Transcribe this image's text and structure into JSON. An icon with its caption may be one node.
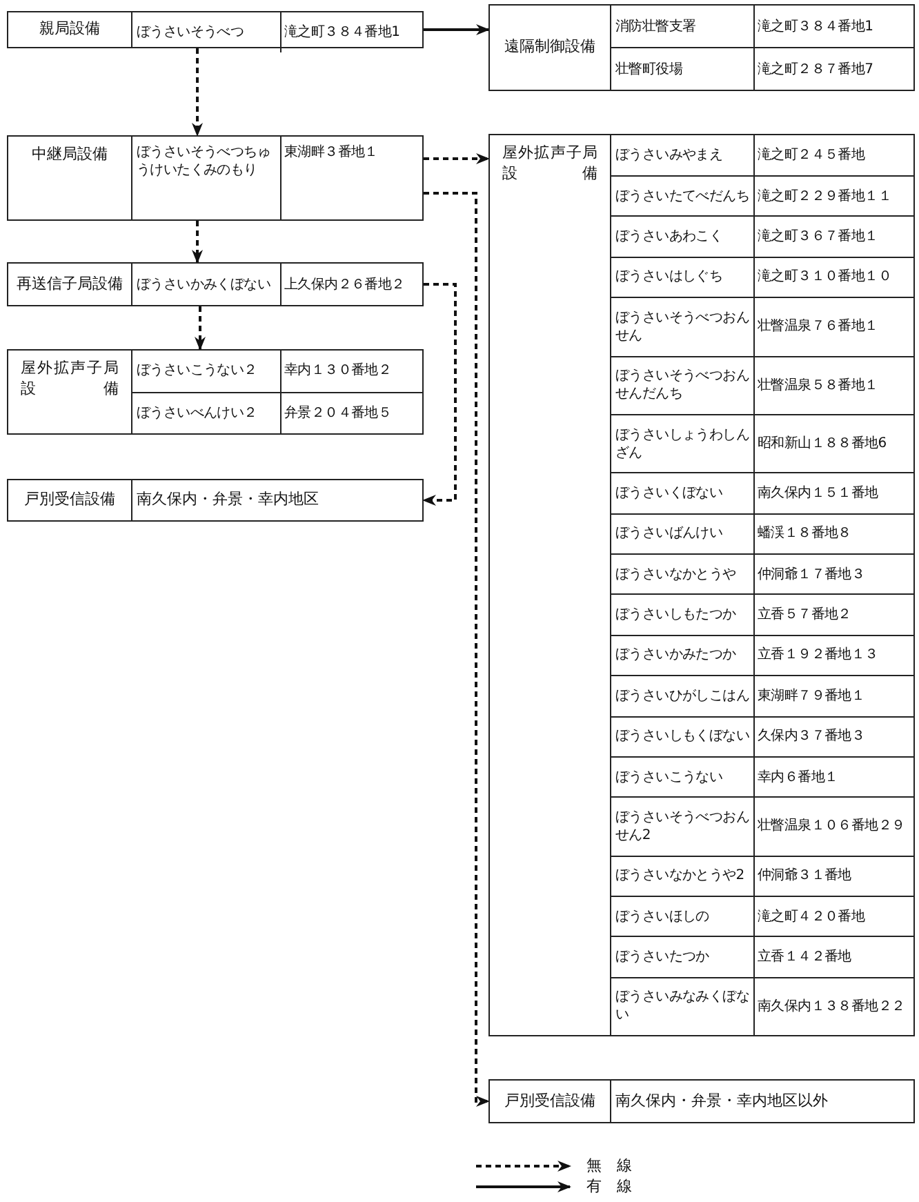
{
  "diagram": {
    "nodes": [
      {
        "text": [
          "親局設備"
        ]
      },
      {
        "text": [
          "ぼうさいそうべつ",
          "滝之町３８４番地1"
        ],
        "in": 0
      },
      {
        "text": [
          "遠隔制御設備"
        ]
      },
      {
        "text": [
          "消防壮瞥支署",
          "滝之町３８４番地1"
        ],
        "in": 2
      },
      {
        "text": [
          "壮瞥町役場",
          "滝之町２８７番地7"
        ],
        "in": 2
      },
      {
        "text": [
          "中継局設備"
        ]
      },
      {
        "text": [
          "ぼうさいそうべつちゅうけいたくみのもり",
          "東湖畔３番地１"
        ],
        "in": 5
      },
      {
        "text": [
          "再送信子局設備"
        ]
      },
      {
        "text": [
          "ぼうさいかみくぼない",
          "上久保内２６番地２"
        ],
        "in": 7
      },
      {
        "text": [
          "屋外拡声子局設備"
        ]
      },
      {
        "text": [
          "ぼうさいこうない２",
          "幸内１３０番地２"
        ],
        "in": 9
      },
      {
        "text": [
          "ぼうさいべんけい２",
          "弁景２０４番地５"
        ],
        "in": 9
      },
      {
        "text": [
          "戸別受信設備"
        ]
      },
      {
        "text": [
          "南久保内・弁景・幸内地区"
        ],
        "in": 12
      },
      {
        "text": [
          "屋外拡声子局設備"
        ]
      },
      {
        "text": [
          "ぼうさいみやまえ",
          "滝之町２４５番地"
        ],
        "in": 14
      },
      {
        "text": [
          "ぼうさいたてべだんち",
          "滝之町２２９番地１１"
        ],
        "in": 14
      },
      {
        "text": [
          "ぼうさいあわこく",
          "滝之町３６７番地１"
        ],
        "in": 14
      },
      {
        "text": [
          "ぼうさいはしぐち",
          "滝之町３１０番地１０"
        ],
        "in": 14
      },
      {
        "text": [
          "ぼうさいそうべつおんせん",
          "壮瞥温泉７６番地１"
        ],
        "in": 14
      },
      {
        "text": [
          "ぼうさいそうべつおんせんだんち",
          "壮瞥温泉５８番地１"
        ],
        "in": 14
      },
      {
        "text": [
          "ぼうさいしょうわしんざん",
          "昭和新山１８８番地6"
        ],
        "in": 14
      },
      {
        "text": [
          "ぼうさいくぼない",
          "南久保内１５１番地"
        ],
        "in": 14
      },
      {
        "text": [
          "ぼうさいばんけい",
          "蟠渓１８番地８"
        ],
        "in": 14
      },
      {
        "text": [
          "ぼうさいなかとうや",
          "仲洞爺１７番地３"
        ],
        "in": 14
      },
      {
        "text": [
          "ぼうさいしもたつか",
          "立香５７番地２"
        ],
        "in": 14
      },
      {
        "text": [
          "ぼうさいかみたつか",
          "立香１９２番地１３"
        ],
        "in": 14
      },
      {
        "text": [
          "ぼうさいひがしこはん",
          "東湖畔７９番地１"
        ],
        "in": 14
      },
      {
        "text": [
          "ぼうさいしもくぼない",
          "久保内３７番地３"
        ],
        "in": 14
      },
      {
        "text": [
          "ぼうさいこうない",
          "幸内６番地１"
        ],
        "in": 14
      },
      {
        "text": [
          "ぼうさいそうべつおんせん2",
          "壮瞥温泉１０６番地２９"
        ],
        "in": 14
      },
      {
        "text": [
          "ぼうさいなかとうや2",
          "仲洞爺３１番地"
        ],
        "in": 14
      },
      {
        "text": [
          "ぼうさいほしの",
          "滝之町４２０番地"
        ],
        "in": 14
      },
      {
        "text": [
          "ぼうさいたつか",
          "立香１４２番地"
        ],
        "in": 14
      },
      {
        "text": [
          "ぼうさいみなみくぼない",
          "南久保内１３８番地２２"
        ],
        "in": 14
      },
      {
        "text": [
          "戸別受信設備"
        ]
      },
      {
        "text": [
          "南久保内・弁景・幸内地区以外"
        ],
        "in": 35
      }
    ],
    "edges": [
      {
        "from": 0,
        "to": 2,
        "arrow": "to"
      },
      {
        "from": 0,
        "to": 5,
        "arrow": "to",
        "style": "dashed"
      },
      {
        "from": 5,
        "to": 14,
        "arrow": "to",
        "style": "dashed"
      },
      {
        "from": 5,
        "to": 35,
        "arrow": "to",
        "style": "dashed"
      },
      {
        "from": 5,
        "to": 7,
        "arrow": "to",
        "style": "dashed"
      },
      {
        "from": 7,
        "to": 12,
        "arrow": "to",
        "style": "dashed"
      },
      {
        "from": 7,
        "to": 9,
        "arrow": "to",
        "style": "dashed"
      }
    ],
    "legend": [
      {
        "text": "無　線"
      },
      {
        "text": "有　線"
      }
    ]
  }
}
